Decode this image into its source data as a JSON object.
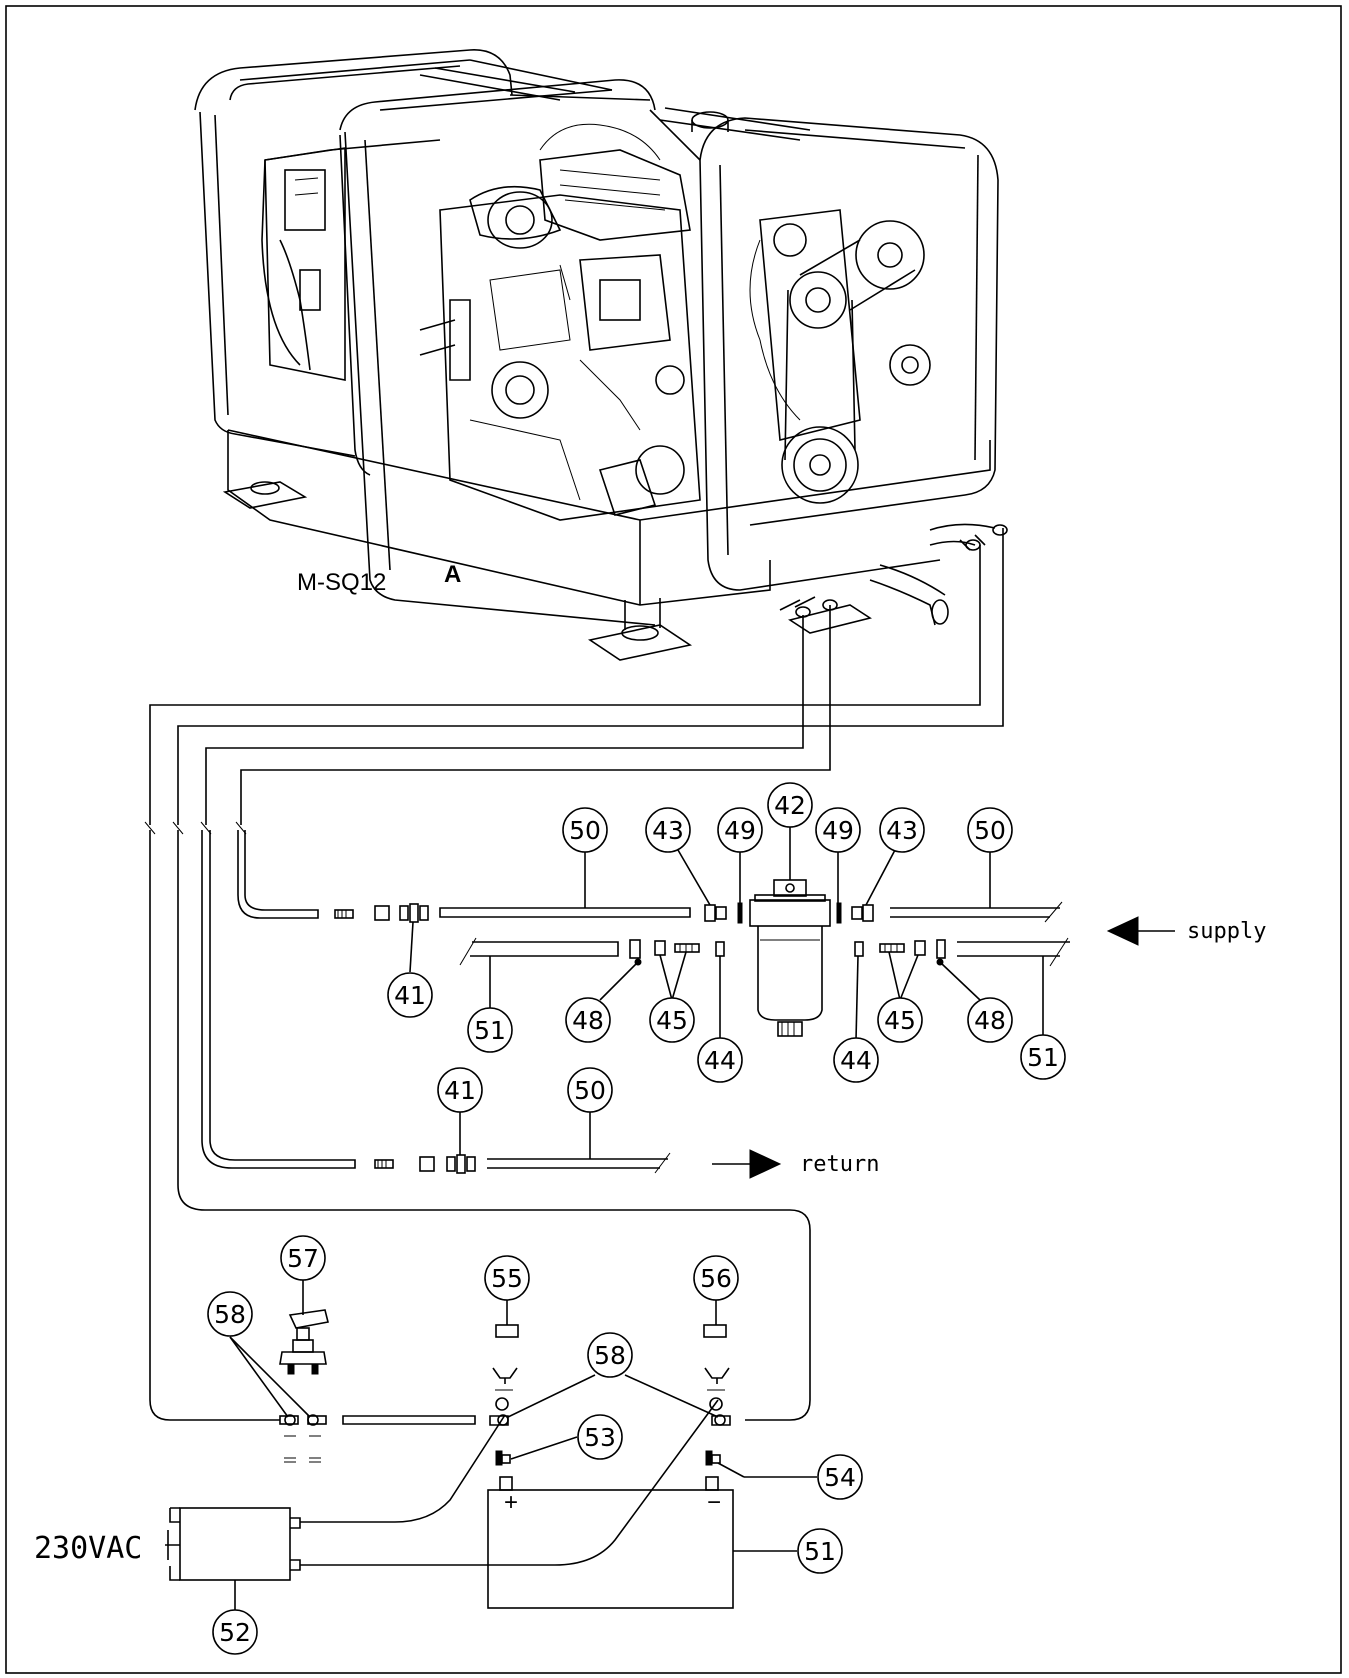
{
  "model_label": "M-SQ12",
  "model_mark": "A",
  "flow": {
    "supply": "supply",
    "return": "return"
  },
  "power_label": "230VAC",
  "callouts": [
    {
      "id": "c42a",
      "text": "42"
    },
    {
      "id": "c43a",
      "text": "43"
    },
    {
      "id": "c49a",
      "text": "49"
    },
    {
      "id": "c49b",
      "text": "49"
    },
    {
      "id": "c43b",
      "text": "43"
    },
    {
      "id": "c50a",
      "text": "50"
    },
    {
      "id": "c50b",
      "text": "50"
    },
    {
      "id": "c41a",
      "text": "41"
    },
    {
      "id": "c51a",
      "text": "51"
    },
    {
      "id": "c48a",
      "text": "48"
    },
    {
      "id": "c45a",
      "text": "45"
    },
    {
      "id": "c44a",
      "text": "44"
    },
    {
      "id": "c44b",
      "text": "44"
    },
    {
      "id": "c45b",
      "text": "45"
    },
    {
      "id": "c48b",
      "text": "48"
    },
    {
      "id": "c51b",
      "text": "51"
    },
    {
      "id": "c41b",
      "text": "41"
    },
    {
      "id": "c50c",
      "text": "50"
    },
    {
      "id": "c57",
      "text": "57"
    },
    {
      "id": "c55",
      "text": "55"
    },
    {
      "id": "c56",
      "text": "56"
    },
    {
      "id": "c58a",
      "text": "58"
    },
    {
      "id": "c58b",
      "text": "58"
    },
    {
      "id": "c53",
      "text": "53"
    },
    {
      "id": "c54",
      "text": "54"
    },
    {
      "id": "c51c",
      "text": "51"
    },
    {
      "id": "c52",
      "text": "52"
    }
  ],
  "battery_terminals": {
    "positive": "+",
    "negative": "−"
  },
  "ground_marks": [
    "−",
    "−",
    "−",
    "−"
  ]
}
